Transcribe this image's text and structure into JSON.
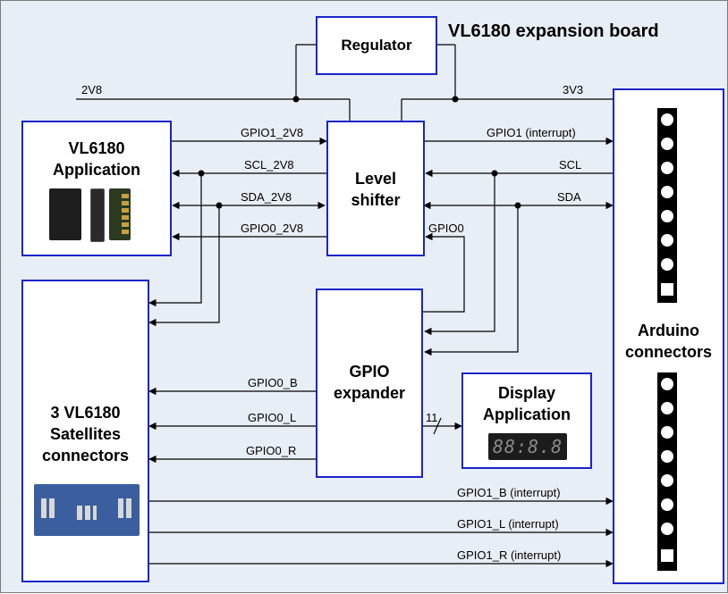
{
  "diagram": {
    "title": "VL6180 expansion board",
    "blocks": {
      "regulator": "Regulator",
      "vl6180_app": [
        "VL6180",
        "Application"
      ],
      "level_shifter": [
        "Level",
        "shifter"
      ],
      "gpio_expander": [
        "GPIO",
        "expander"
      ],
      "display_app": [
        "Display",
        "Application"
      ],
      "satellites": [
        "3 VL6180",
        "Satellites",
        "connectors"
      ],
      "arduino": [
        "Arduino",
        "connectors"
      ]
    },
    "rails": {
      "left": "2V8",
      "right": "3V3"
    },
    "signals": {
      "gpio1_2v8": "GPIO1_2V8",
      "scl_2v8": "SCL_2V8",
      "sda_2v8": "SDA_2V8",
      "gpio0_2v8": "GPIO0_2V8",
      "gpio1_interrupt": "GPIO1 (interrupt)",
      "scl": "SCL",
      "sda": "SDA",
      "gpio0": "GPIO0",
      "gpio0_b": "GPIO0_B",
      "gpio0_l": "GPIO0_L",
      "gpio0_r": "GPIO0_R",
      "bus_width": "11",
      "gpio1_b_interrupt": "GPIO1_B (interrupt)",
      "gpio1_l_interrupt": "GPIO1_L (interrupt)",
      "gpio1_r_interrupt": "GPIO1_R (interrupt)"
    },
    "display_readout": "88:8.8",
    "colors": {
      "block_border": "#1a24c8",
      "background": "#e8eef5",
      "wire": "#000000"
    }
  }
}
